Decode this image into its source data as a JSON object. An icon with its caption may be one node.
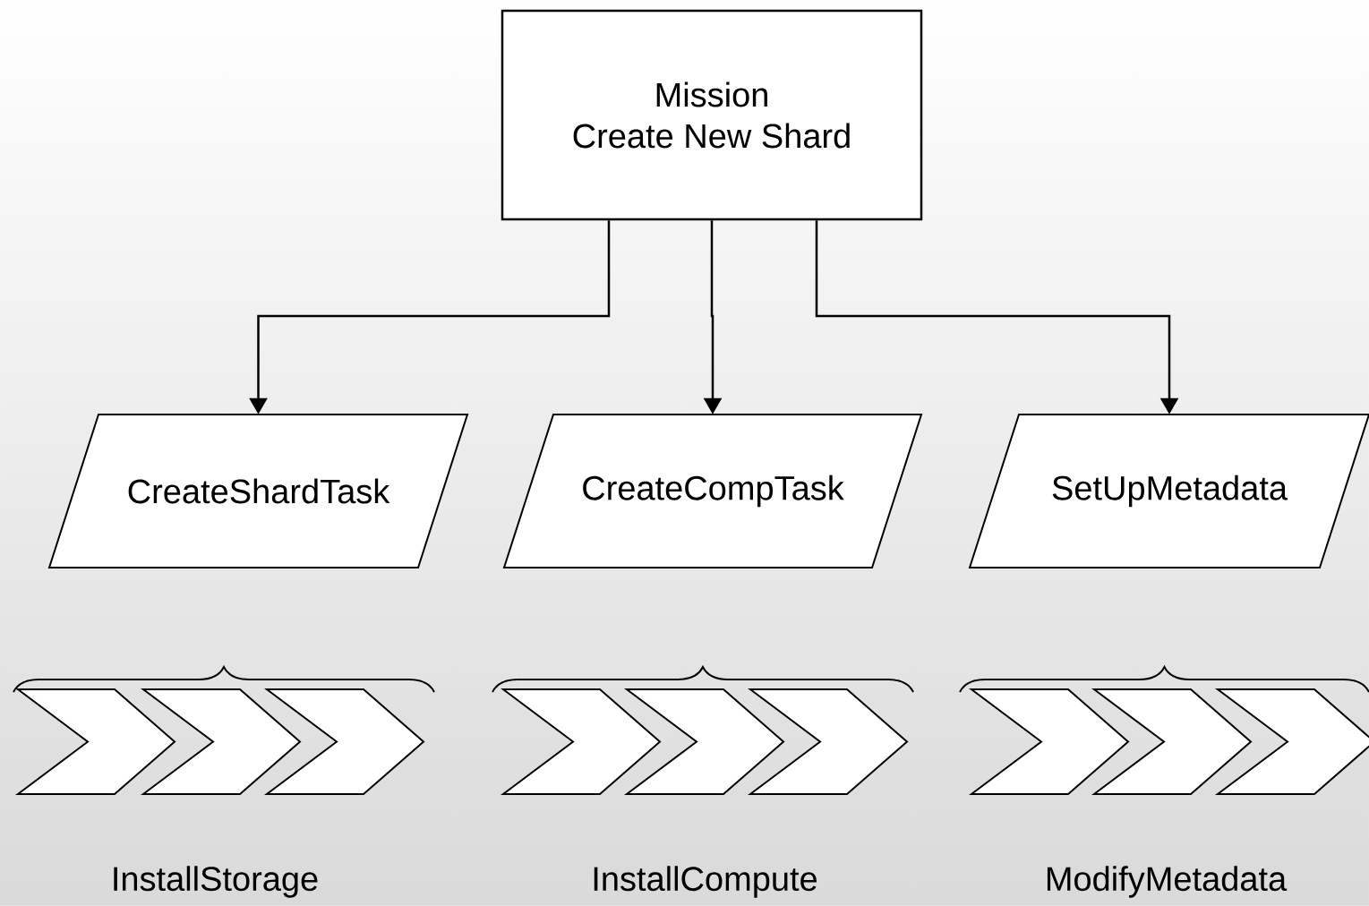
{
  "diagram": {
    "nodes": [
      {
        "text": [
          "Mission",
          "Create New Shard"
        ]
      },
      {
        "text": [
          "CreateShardTask"
        ]
      },
      {
        "text": [
          "CreateCompTask"
        ]
      },
      {
        "text": [
          "SetUpMetadata"
        ]
      },
      {
        "text": [],
        "shape": "chevron"
      },
      {
        "text": [],
        "shape": "chevron"
      },
      {
        "text": [],
        "shape": "chevron"
      },
      {
        "text": [],
        "shape": "chevron"
      },
      {
        "text": [],
        "shape": "chevron"
      },
      {
        "text": [],
        "shape": "chevron"
      },
      {
        "text": [],
        "shape": "chevron"
      },
      {
        "text": [],
        "shape": "chevron"
      },
      {
        "text": [],
        "shape": "chevron"
      }
    ],
    "edges": [
      {
        "from": 0,
        "to": 1,
        "arrow": "to"
      },
      {
        "from": 0,
        "to": 2,
        "arrow": "to"
      },
      {
        "from": 0,
        "to": 3,
        "arrow": "to"
      }
    ],
    "labels": [
      "InstallStorage",
      "InstallCompute",
      "ModifyMetadata"
    ]
  }
}
